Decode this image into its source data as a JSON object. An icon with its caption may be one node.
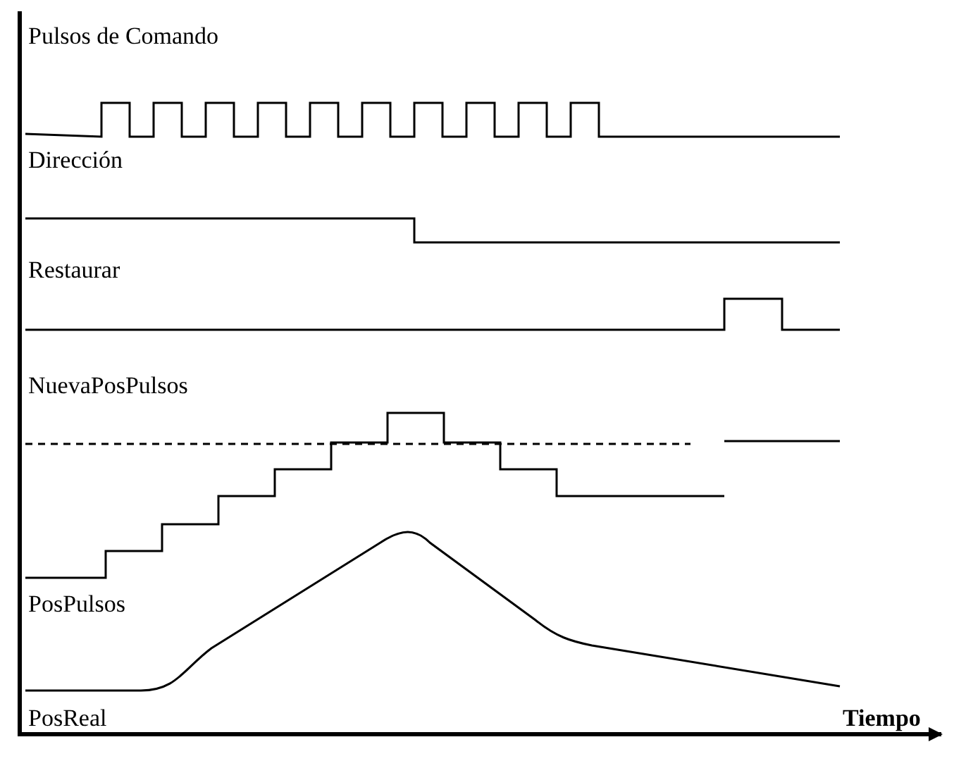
{
  "diagram": {
    "labels": [
      "Pulsos de Comando",
      "Dirección",
      "Restaurar",
      "NuevaPosPulsos",
      "PosPulsos",
      "PosReal",
      "Tiempo"
    ]
  }
}
